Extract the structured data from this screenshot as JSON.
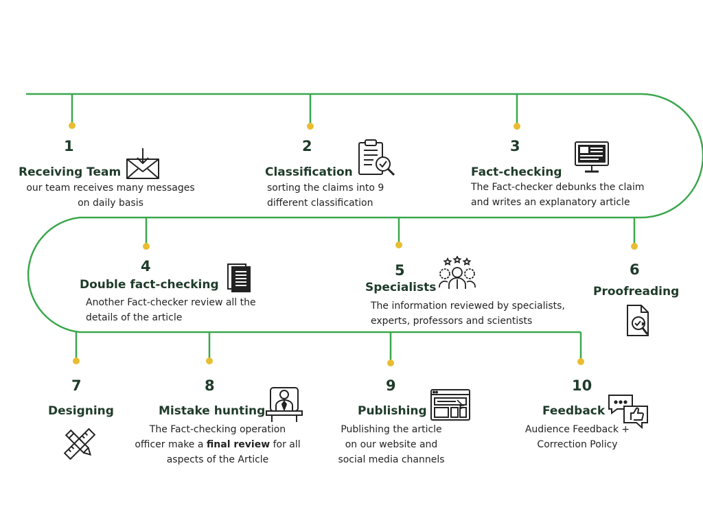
{
  "colors": {
    "line": "#3aa74c",
    "dot": "#e9bd32",
    "text": "#1f3b2a"
  },
  "steps": [
    {
      "num": "1",
      "title": "Receiving Team",
      "desc": [
        "our team receives many messages",
        "on daily basis"
      ],
      "icon": "envelope-download-icon"
    },
    {
      "num": "2",
      "title": "Classification",
      "desc": [
        "sorting the claims into 9",
        "different classification"
      ],
      "icon": "clipboard-check-icon"
    },
    {
      "num": "3",
      "title": "Fact-checking",
      "desc": [
        "The Fact-checker debunks the claim",
        "and writes an explanatory article"
      ],
      "icon": "monitor-article-icon"
    },
    {
      "num": "4",
      "title": "Double fact-checking",
      "desc": [
        "Another Fact-checker review all the",
        "details of the article"
      ],
      "icon": "documents-icon"
    },
    {
      "num": "5",
      "title": "Specialists",
      "desc": [
        "The information reviewed by specialists,",
        "experts, professors and scientists"
      ],
      "icon": "team-gears-icon"
    },
    {
      "num": "6",
      "title": "Proofreading",
      "desc": [],
      "icon": "document-magnifier-icon"
    },
    {
      "num": "7",
      "title": "Designing",
      "desc": [],
      "icon": "pencil-ruler-icon"
    },
    {
      "num": "8",
      "title": "Mistake hunting",
      "desc_pre": "The Fact-checking operation",
      "desc_mid_a": "officer make a ",
      "desc_bold": "final review",
      "desc_mid_b": " for all",
      "desc_post": "aspects of the Article",
      "icon": "officer-desk-icon"
    },
    {
      "num": "9",
      "title": "Publishing",
      "desc": [
        "Publishing the article",
        "on our website and",
        "social media channels"
      ],
      "icon": "web-layout-icon"
    },
    {
      "num": "10",
      "title": "Feedback",
      "desc": [
        "Audience Feedback +",
        "Correction Policy"
      ],
      "icon": "chat-thumbs-up-icon"
    }
  ]
}
